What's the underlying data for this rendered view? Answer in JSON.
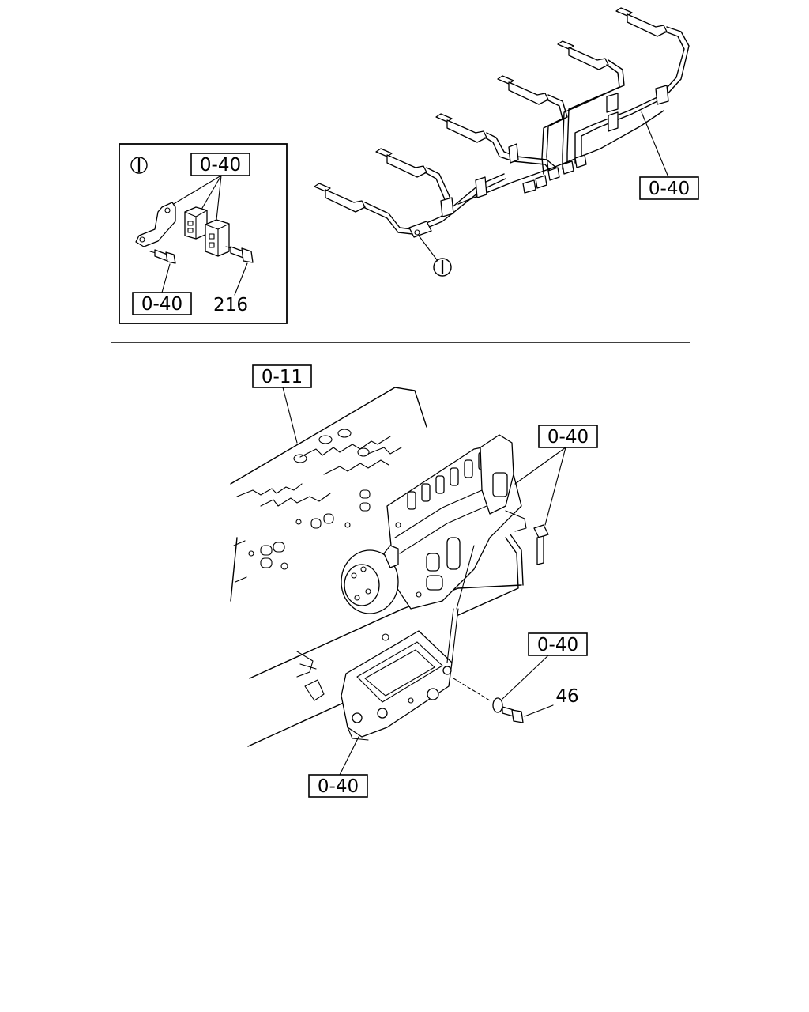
{
  "callouts": {
    "inset_marker": "I",
    "inset_clip_ref": "0-40",
    "inset_bolt_ref": "0-40",
    "inset_screw_num": "216",
    "pipe_ref": "0-40",
    "pipe_clip_marker": "I",
    "block_ref": "0-11",
    "pump_ref": "0-40",
    "washer_ref": "0-40",
    "bolt_num": "46",
    "bracket_ref": "0-40"
  }
}
